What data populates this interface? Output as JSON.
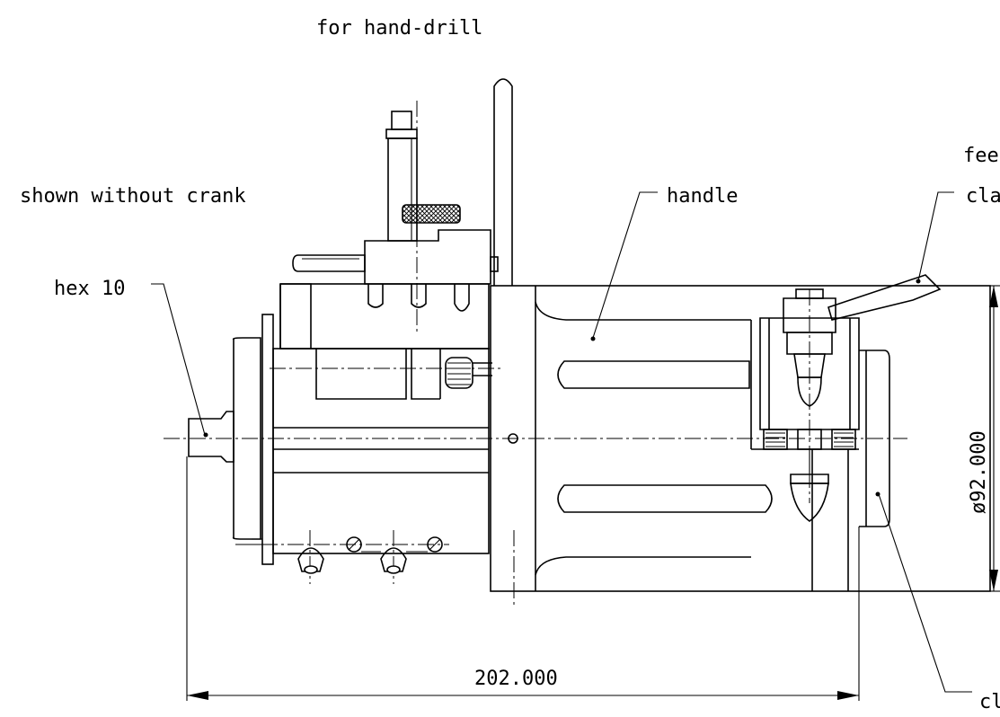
{
  "labels": {
    "top_note": "for hand-drill",
    "side_note": "shown without crank",
    "hex": "hex 10",
    "handle": "handle",
    "feed_partial": "fee",
    "clamp_partial": "cla",
    "bottom_partial": "cl"
  },
  "dimensions": {
    "length": "202.000",
    "diameter": "ø92.000"
  }
}
